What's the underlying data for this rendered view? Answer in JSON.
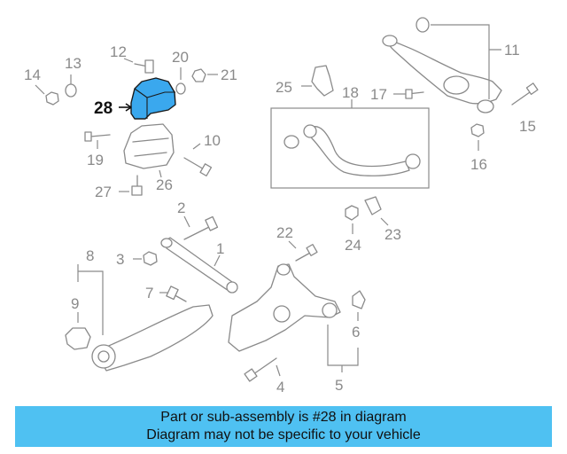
{
  "callouts": {
    "n1": "1",
    "n2": "2",
    "n3": "3",
    "n4": "4",
    "n5": "5",
    "n6": "6",
    "n7": "7",
    "n8": "8",
    "n9": "9",
    "n10": "10",
    "n11": "11",
    "n12": "12",
    "n13": "13",
    "n14": "14",
    "n15": "15",
    "n16": "16",
    "n17": "17",
    "n18": "18",
    "n19": "19",
    "n20": "20",
    "n21": "21",
    "n22": "22",
    "n23": "23",
    "n24": "24",
    "n25": "25",
    "n26": "26",
    "n27": "27",
    "n28": "28"
  },
  "highlight": {
    "color": "#3aa8ee",
    "part": "28"
  },
  "banner": {
    "line1": "Part or sub-assembly is #28 in diagram",
    "line2": "Diagram may not be specific to your vehicle",
    "color": "#4fc1f2"
  }
}
